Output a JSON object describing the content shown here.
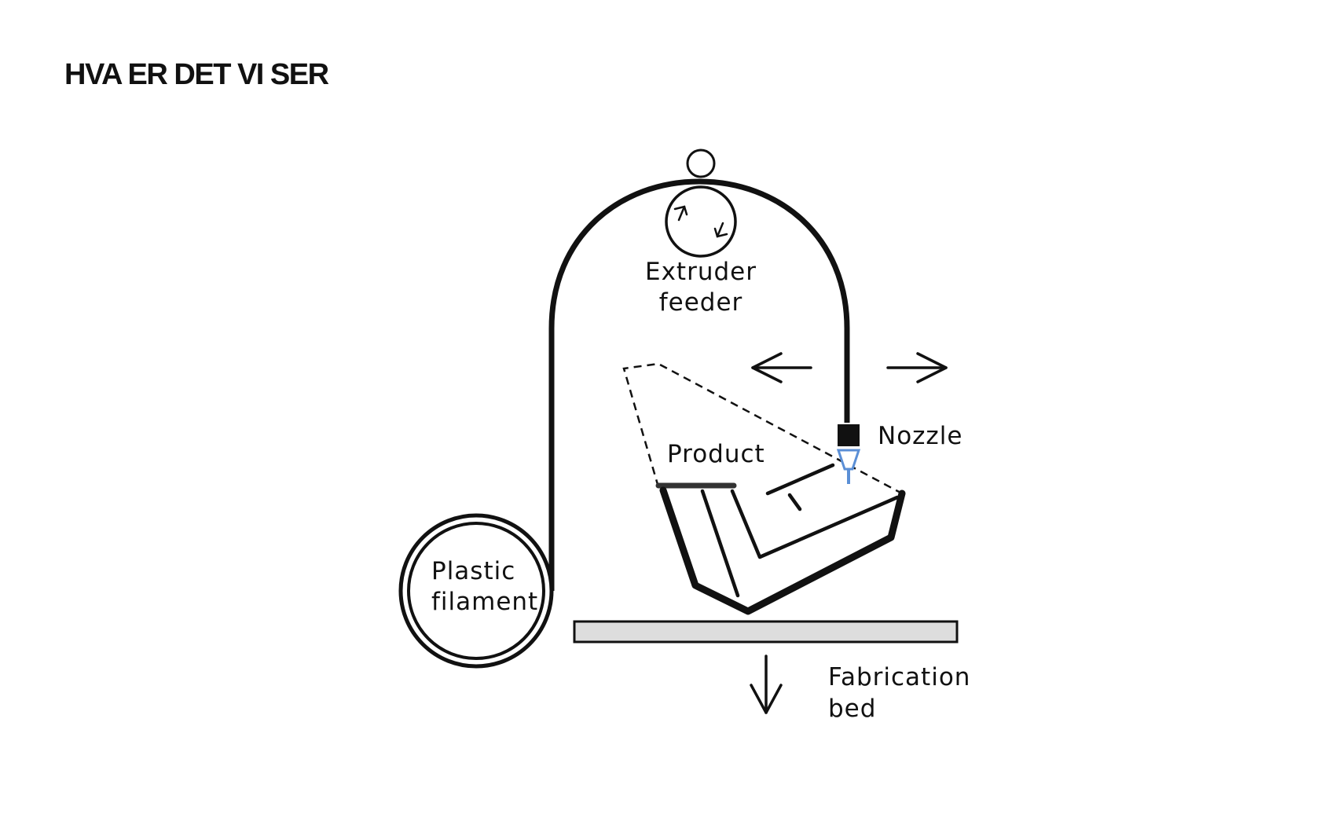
{
  "title": "HVA ER DET VI SER",
  "labels": {
    "extruder_line1": "Extruder",
    "extruder_line2": "feeder",
    "nozzle": "Nozzle",
    "product": "Product",
    "filament_line1": "Plastic",
    "filament_line2": "filament",
    "bed_line1": "Fabrication",
    "bed_line2": "bed"
  },
  "colors": {
    "ink": "#111111",
    "nozzle_tip": "#5b8fd6",
    "bed_fill": "#dddddd"
  },
  "icons": [
    "pulley-circle-icon",
    "rotation-arrows-icon",
    "arrow-left-icon",
    "arrow-right-icon",
    "arrow-down-icon"
  ]
}
